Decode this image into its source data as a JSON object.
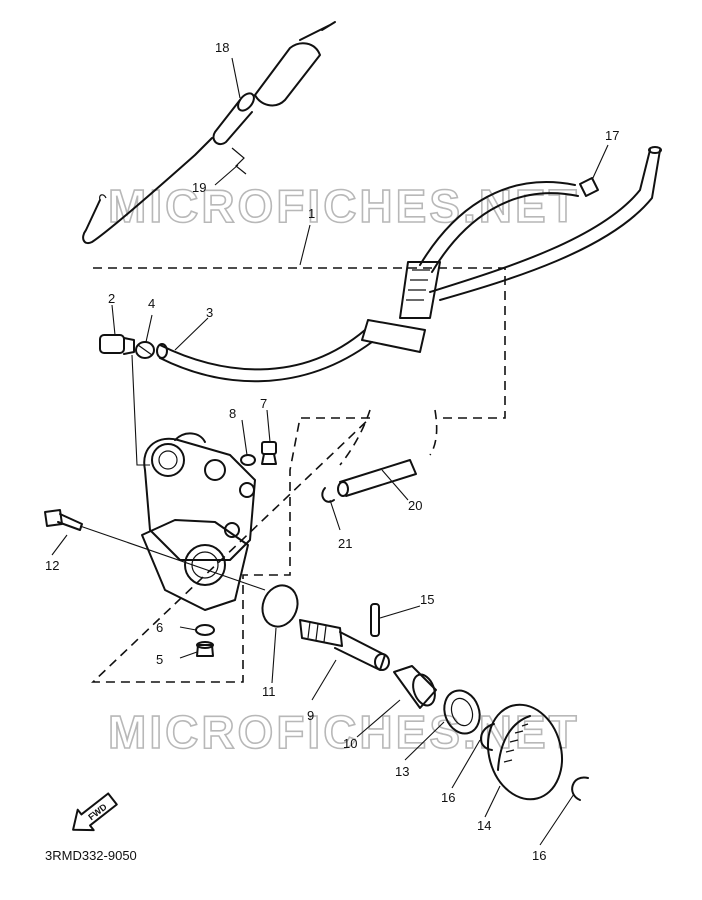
{
  "watermark": {
    "text": "MICROFICHES.NET"
  },
  "drawing_code": "3RMD332-9050",
  "fwd_label": "FWD",
  "callouts": {
    "c1": "1",
    "c2": "2",
    "c3": "3",
    "c4": "4",
    "c5": "5",
    "c6": "6",
    "c7": "7",
    "c8": "8",
    "c9": "9",
    "c10": "10",
    "c11": "11",
    "c12": "12",
    "c13": "13",
    "c14": "14",
    "c15": "15",
    "c16a": "16",
    "c16b": "16",
    "c17": "17",
    "c18": "18",
    "c19": "19",
    "c20": "20",
    "c21": "21"
  }
}
